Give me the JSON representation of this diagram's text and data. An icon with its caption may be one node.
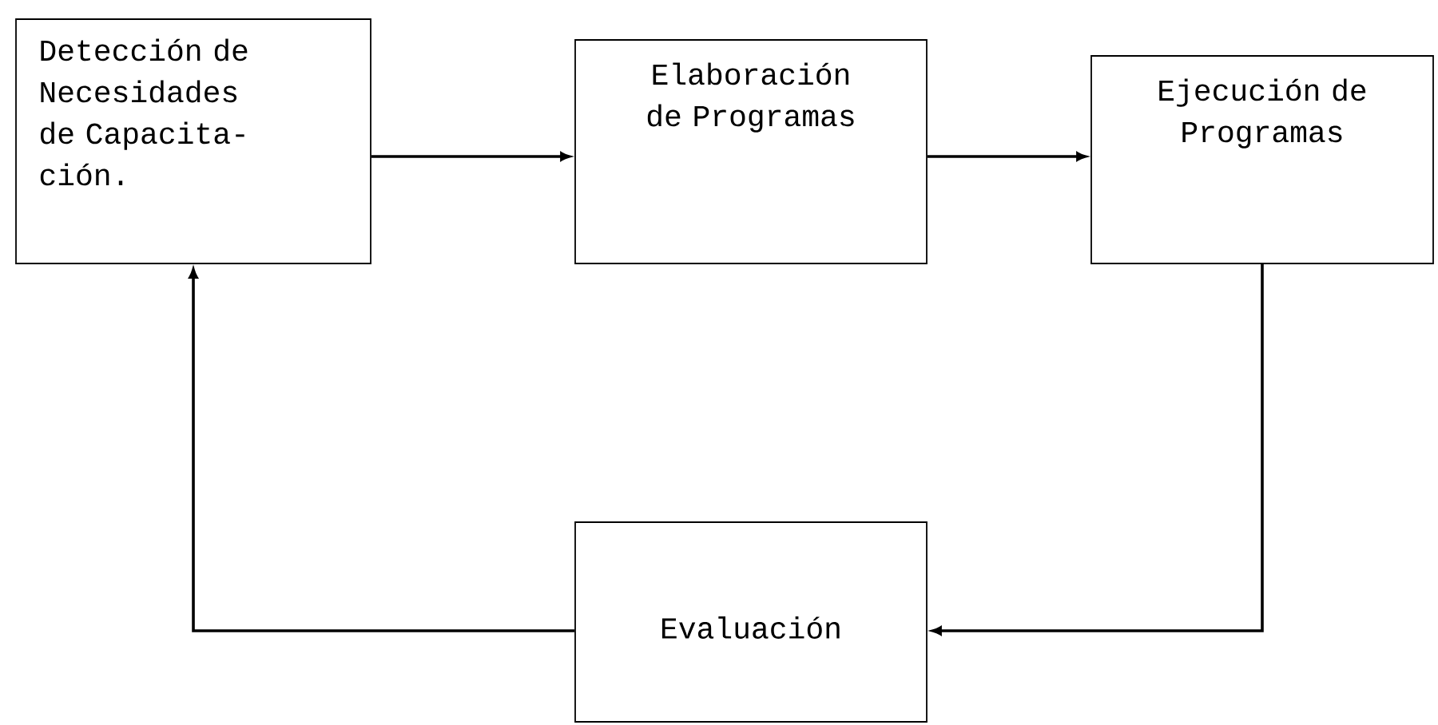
{
  "diagram": {
    "nodes": [
      {
        "text": [
          "Detección de Necesidades de Capacita- ción."
        ]
      },
      {
        "text": [
          "Elaboración de Programas"
        ]
      },
      {
        "text": [
          "Ejecución de Programas"
        ]
      },
      {
        "text": [
          "Evaluación"
        ]
      }
    ],
    "edges": [
      {
        "from": 0,
        "to": 1,
        "arrow": "to"
      },
      {
        "from": 1,
        "to": 2,
        "arrow": "to"
      },
      {
        "from": 2,
        "to": 3,
        "arrow": "to"
      },
      {
        "from": 3,
        "to": 0,
        "arrow": "to"
      }
    ]
  }
}
